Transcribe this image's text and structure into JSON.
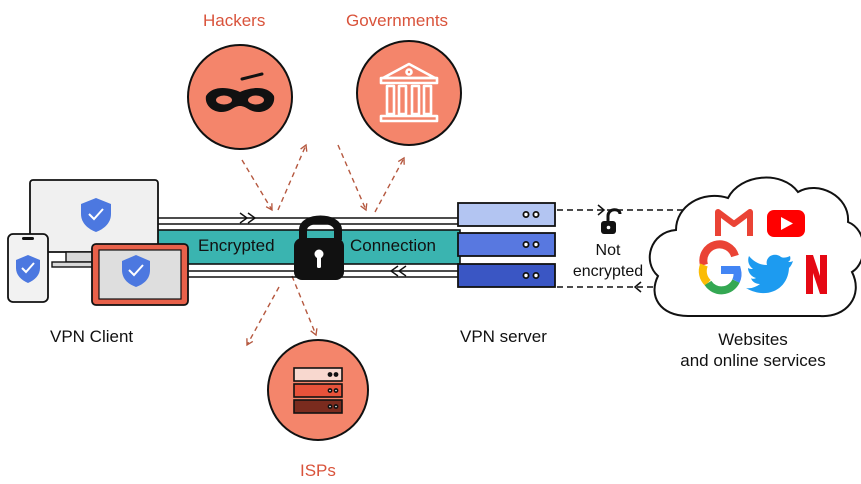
{
  "threats": {
    "hackers": "Hackers",
    "governments": "Governments",
    "isps": "ISPs"
  },
  "tunnel": {
    "left": "Encrypted",
    "right": "Connection"
  },
  "nodes": {
    "client": "VPN Client",
    "server": "VPN server",
    "websites_line1": "Websites",
    "websites_line2": "and online services"
  },
  "link": {
    "line1": "Not",
    "line2": "encrypted"
  },
  "colors": {
    "threat_text": "#d9533b",
    "threat_circle": "#f4856b",
    "tunnel": "#3ab4b0",
    "server_light": "#b3c5f2",
    "server_mid": "#5878e0",
    "server_dark": "#3a56c4",
    "shield": "#4c78e0",
    "device_frame": "#e8614a"
  },
  "icons": [
    "mask-icon",
    "bank-icon",
    "server-stack-icon",
    "padlock-icon",
    "unlocked-padlock-icon",
    "shield-check-icon",
    "gmail-icon",
    "youtube-icon",
    "google-icon",
    "twitter-icon",
    "netflix-icon",
    "cloud-icon"
  ]
}
